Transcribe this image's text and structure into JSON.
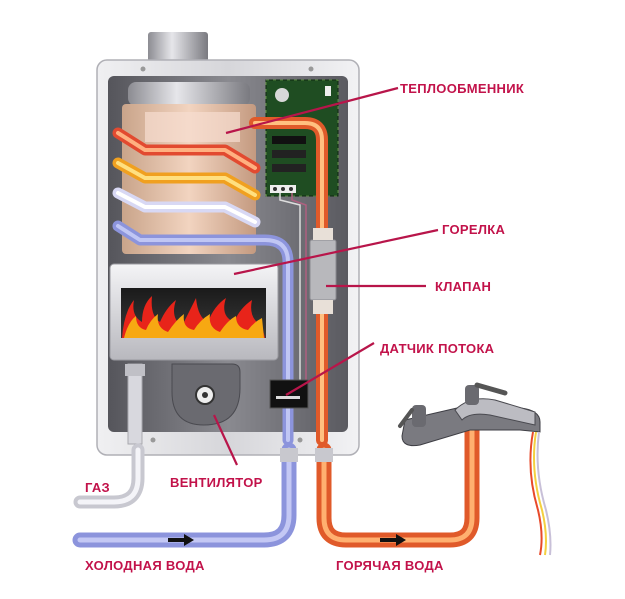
{
  "title": "Gas water heater diagram",
  "labels": {
    "heat_exchanger": "ТЕПЛООБМЕННИК",
    "burner": "ГОРЕЛКА",
    "valve": "КЛАПАН",
    "flow_sensor": "ДАТЧИК ПОТОКА",
    "fan": "ВЕНТИЛЯТОР",
    "gas": "ГАЗ",
    "cold_water": "ХОЛОДНАЯ ВОДА",
    "hot_water": "ГОРЯЧАЯ ВОДА"
  },
  "colors": {
    "label": "#c2124a",
    "hot_pipe": "#e8743a",
    "cold_pipe": "#9ea6e6",
    "gas_pipe": "#d4d4dc",
    "casing": "#d8d8dc",
    "interior": "#6e6e74"
  }
}
